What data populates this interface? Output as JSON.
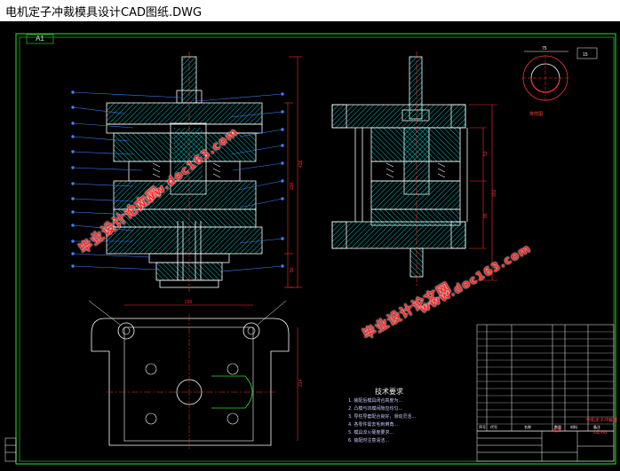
{
  "window": {
    "title": "电机定子冲裁模具设计CAD图纸.DWG"
  },
  "sheet": {
    "size_label": "A1"
  },
  "watermarks": [
    {
      "text": "毕业设计论文网"
    },
    {
      "text": "www.doc163.com"
    }
  ],
  "dimensions": {
    "front": [
      "426",
      "230",
      "50"
    ],
    "side": [
      "51",
      "302",
      "85"
    ],
    "plan": [
      "220",
      "214"
    ],
    "detail": [
      "75",
      "15"
    ]
  },
  "tech_requirements": {
    "title": "技术要求",
    "items": [
      "1. 装配后模具闭合高度为...",
      "2. 凸模与凹模间隙应均匀...",
      "3. 导柱导套配合良好，滑动灵活...",
      "4. 各零件需去毛刺倒角...",
      "5. 模具淬火硬度要求...",
      "6. 装配时注意清洁..."
    ]
  },
  "detail_view": {
    "label": "排样图"
  },
  "title_block": {
    "drawing_name": "电机定子冲裁模",
    "drawing_code": "DZ-00",
    "school": "湘潭",
    "header_cols": [
      "序号",
      "代号",
      "名称",
      "数量",
      "材料",
      "备注"
    ]
  },
  "colors": {
    "background": "#000000",
    "outline": "#ffffff",
    "hatch": "#00c8c8",
    "dimension": "#ff3030",
    "leader": "#3c82ff",
    "frame": "#30e030",
    "centerline": "#ff3030",
    "watermark": "#ff2a2a"
  }
}
